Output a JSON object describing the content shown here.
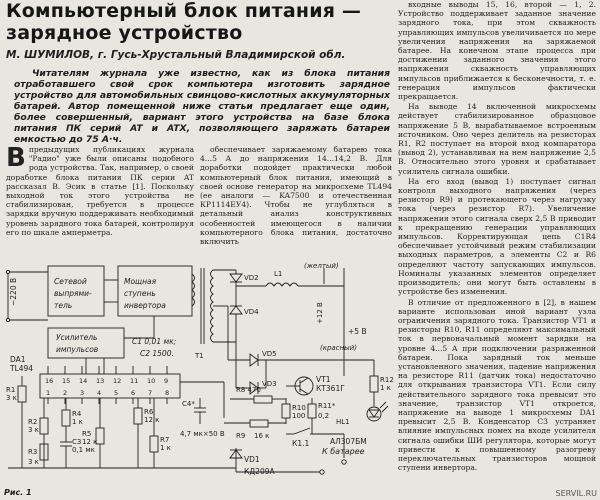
{
  "article": {
    "title": "Компьютерный блок питания — зарядное устройство",
    "byline": "М. ШУМИЛОВ, г. Гусь-Хрустальный Владимирской обл.",
    "lead": "Читателям журнала уже известно, как из блока питания отработавшего свой срок компьютера изготовить зарядное устройство для автомобильных свинцово-кислотных аккумуляторных батарей. Автор помещенной ниже статьи предлагает еще один, более совершенный, вариант этого устройства на базе блока питания ПК серий AT и ATX, позволяющего заряжать батареи емкостью до 75 А·ч."
  },
  "columns": {
    "col1": {
      "dropcap": "В",
      "p1": "предыдущих публикациях журнала \"Радио\" уже были описаны подобного рода устройства. Так, например, о своей доработке блока питания ПК серии AT рассказал В. Эсик в статье [1]. Поскольку выходной ток этого устройства не стабилизирован, требуется в процессе зарядки вручную поддерживать необходимый уровень зарядного тока батарей, контролируя его по шкале амперметра."
    },
    "col2": {
      "p1": "обеспечивает заряжаемому батарею тока 4...5 А до напряжения 14...14,2 В. Для доработки подойдет практически любой компьютерный блок питания, имеющий в своей основе генератор на микросхеме TL494 (ее аналоги — KA7500 и отечественная КР1114ЕУ4). Чтобы не углубляться в детальный анализ конструктивных особенностей имеющегося в наличии компьютерного блока питания, достаточно включить"
    },
    "col3": {
      "p1": "входные выводы 15, 16, второй — 1, 2. Устройство поддерживает заданное значение зарядного тока, при этом скважность управляющих импульсов увеличивается по мере увеличения напряжения на заряжаемой батарее. На конечном этапе процесса при достижении заданного значения этого напряжения скважность управляющих импульсов приближается к бесконечности, т. е. генерация импульсов фактически прекращается.",
      "p2": "На выводе 14 включенной микросхемы действует стабилизированное образцовое напряжение 5 В, вырабатываемое встроенным источником. Оно через делитель на резисторах R1, R2 поступает на второй вход компаратора (вывод 2), устанавливая на нем напряжение 2,5 В. Относительно этого уровня и срабатывает усилитель сигнала ошибки.",
      "p3": "На его вход (вывод 1) поступает сигнал контроля выходного напряжения (через резистор R9) и протекающего через нагрузку тока (через резистор R7). Увеличение напряжения этого сигнала сверх 2,5 В приводит к прекращению генерации управляющих импульсов. Корректирующая цепь C1R4 обеспечивает устойчивый режим стабилизации выходных параметров, а элементы C2 и R6 определяют частоту запускающих импульсов. Номиналы указанных элементов определяет производитель; они могут быть оставлены в устройстве без изменения.",
      "p4": "В отличие от предложенного в [2], в нашем варианте использован иной вариант узла ограничения зарядного тока. Транзистор VT1 и резисторы R10, R11 определяют максимальный ток в первоначальный момент зарядки на уровне 4...5 А при подключении разряженной батареи. Пока зарядный ток меньше установленного значения, падение напряжения на резисторе R11 (датчик тока) недостаточно для открывания транзистора VT1. Если силу действительного зарядного тока превысит это значение, транзистор VT1 откроется, напряжение на выводе 1 микросхемы DA1 превысит 2,5 В. Конденсатор C3 устраняет влияние импульсных помех на входе усилителя сигнала ошибки ШИ регулятора, которые могут привести к повышенному разогреву переключательных транзисторов мощной ступени инвертора."
    }
  },
  "schematic": {
    "mains_label": "~220 В",
    "block_filter": "Сетевой выпрямитель",
    "block_inverter": "Мощная ступень инвертора",
    "block_amp": "Усилитель импульсов",
    "caps_note1": "C1 0,01 мк;",
    "caps_note2": "C2 1500.",
    "ic_ref": "DA1",
    "ic_name": "TL494",
    "pins_top": [
      "16",
      "15",
      "14",
      "13",
      "12",
      "11",
      "10",
      "9"
    ],
    "pins_bottom": [
      "1",
      "2",
      "3",
      "4",
      "5",
      "6",
      "7",
      "8"
    ],
    "t1": "T1",
    "vd2": "VD2",
    "vd3": "VD3",
    "vd4": "VD4",
    "vd5": "VD5",
    "l1": "L1",
    "yellow": "(желтый)",
    "red": "(красный)",
    "plus12": "+12 В",
    "plus5": "+5 В",
    "r1": "R1",
    "r1v": "3 к",
    "r2": "R2",
    "r2v": "3 к",
    "r3": "R3",
    "r3v": "3 к",
    "r4": "R4",
    "r4v": "1 к",
    "r5": "R5",
    "r5v": "12 к",
    "r6": "R6",
    "r6v": "12 к",
    "r7": "R7",
    "r7v": "1 к",
    "r8": "R8 470",
    "r9": "R9",
    "r9v": "16 к",
    "r10": "R10",
    "r10v": "100",
    "r11": "R11*",
    "r11v": "0,2",
    "r12": "R12",
    "r12v": "1 к",
    "c3": "C3",
    "c3v": "0,1 мк",
    "c4": "C4*",
    "c4v": "4,7 мк×50 В",
    "vt1": "VT1",
    "vt1v": "КТ361Г",
    "hl1": "HL1",
    "hl1v": "АЛ307БМ",
    "vd1": "VD1",
    "vd1v": "КД209А",
    "k1": "К1.1",
    "battery": "К батарее",
    "fig": "Рис. 1"
  },
  "watermark": "SERVIL.RU"
}
